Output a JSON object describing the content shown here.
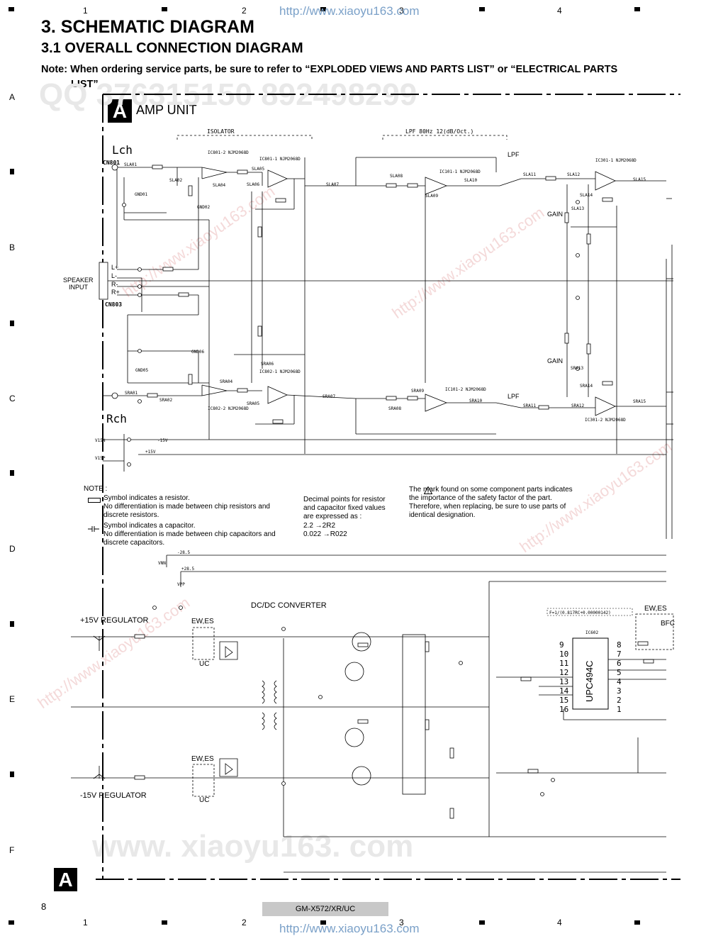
{
  "header": {
    "column_numbers": [
      "1",
      "2",
      "3",
      "4"
    ],
    "url": "http://www.xiaoyu163.com",
    "title": "3. SCHEMATIC DIAGRAM",
    "subtitle": "3.1 OVERALL CONNECTION DIAGRAM",
    "note_line1": "Note: When ordering service parts, be sure to refer to “EXPLODED VIEWS AND PARTS LIST” or “ELECTRICAL PARTS",
    "note_line2": "LIST”."
  },
  "row_letters": [
    "A",
    "B",
    "C",
    "D",
    "E",
    "F"
  ],
  "unit": {
    "badge": "A",
    "title": "AMP UNIT"
  },
  "schematic": {
    "isolator": "ISOLATOR",
    "lpf_header": "LPF 80Hz 12(dB/Oct.)",
    "lch": "Lch",
    "rch": "Rch",
    "cn801": "CN801",
    "cn803": "CN803",
    "speaker_input_1": "SPEAKER",
    "speaker_input_2": "INPUT",
    "speaker_pins": [
      "L+",
      "L-",
      "R-",
      "R+"
    ],
    "lpf_1": "LPF",
    "lpf_2": "LPF",
    "gain_1": "GAIN",
    "gain_2": "GAIN",
    "ic_labels": [
      "IC801-2 NJM2068D",
      "IC801-1 NJM2068D",
      "IC802-1 NJM2068D",
      "IC802-2 NJM2068D",
      "IC101-1 NJM2068D",
      "IC101-2 NJM2068D",
      "IC301-1 NJM2068D",
      "IC301-2 NJM2068D",
      "IC602"
    ],
    "net_labels": [
      "SLA01",
      "SLA02",
      "SLA04",
      "SLA05",
      "SLA06",
      "SLA07",
      "SLA08",
      "SLA09",
      "SLA10",
      "SLA11",
      "SLA12",
      "SLA13",
      "SLA14",
      "SLA15",
      "SRA01",
      "SRA02",
      "SRA04",
      "SRA05",
      "SRA06",
      "SRA07",
      "SRA08",
      "SRA09",
      "SRA10",
      "SRA11",
      "SRA12",
      "SRA13",
      "SRA14",
      "SRA15",
      "GND01",
      "GND02",
      "GND05",
      "GND06",
      "V15N",
      "V15P",
      "VNN",
      "VPP"
    ],
    "rails": [
      "-15V",
      "+15V",
      "-28.5",
      "+28.5"
    ],
    "dcdc": "DC/DC CONVERTER",
    "reg_pos": "+15V REGULATOR",
    "reg_neg": "-15V REGULATOR",
    "ew_es_1": "EW,ES",
    "ew_es_2": "EW,ES",
    "ew_es_3": "EW,ES",
    "uc_1": "UC",
    "uc_2": "UC",
    "bfc": "BFC",
    "formula": "F=1/(0.817RC+0.00000142)",
    "upc": "UPC494C",
    "ic602_pins_left": [
      "9",
      "10",
      "11",
      "12",
      "13",
      "14",
      "15",
      "16"
    ],
    "ic602_pins_right": [
      "8",
      "7",
      "6",
      "5",
      "4",
      "3",
      "2",
      "1"
    ]
  },
  "notes": {
    "heading": "NOTE :",
    "resistor_1": "Symbol indicates a resistor.",
    "resistor_2": "No differentiation is made  between chip resistors and",
    "resistor_3": "discrete resistors.",
    "capacitor_1": "Symbol indicates a capacitor.",
    "capacitor_2": "No differentiation is made  between chip capacitors and",
    "capacitor_3": "discrete capacitors.",
    "decimal_1": "Decimal points for resistor",
    "decimal_2": "and capacitor fixed values",
    "decimal_3": "are expressed as :",
    "decimal_4": "2.2 →2R2",
    "decimal_5": "0.022 →R022",
    "safety_1": "The       mark found on some component parts indicates",
    "safety_2": "the importance of the safety factor of the part.",
    "safety_3": "Therefore, when replacing, be sure to use parts of",
    "safety_4": "identical designation."
  },
  "footer": {
    "page_number": "8",
    "model": "GM-X572/XR/UC",
    "badge": "A",
    "watermark_bottom": "www. xiaoyu163. com",
    "watermark_top": "QQ 376315150   892498299"
  }
}
